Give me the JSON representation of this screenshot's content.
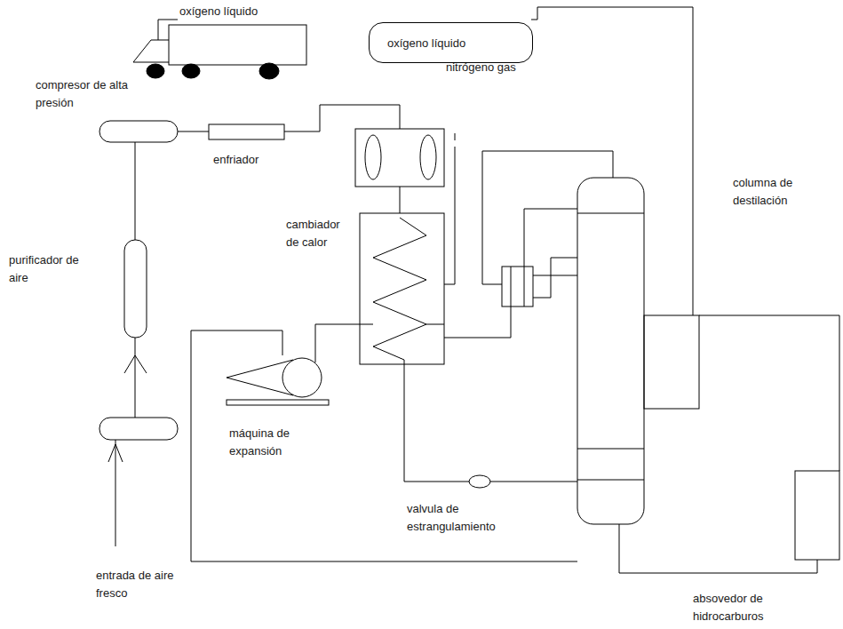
{
  "diagram": {
    "nodes": [
      {
        "text": [
          "oxígeno líquido"
        ]
      }
    ],
    "edges": [],
    "labels": [
      "oxígeno líquido",
      "nitrógeno gas",
      "compresor de alta presión",
      "enfriador",
      "cambiador de calor",
      "purificador de aire",
      "columna de destilación",
      "máquina de expansión",
      "valvula de estrangulamiento",
      "entrada de aire fresco",
      "absovedor de hidrocarburos"
    ]
  }
}
